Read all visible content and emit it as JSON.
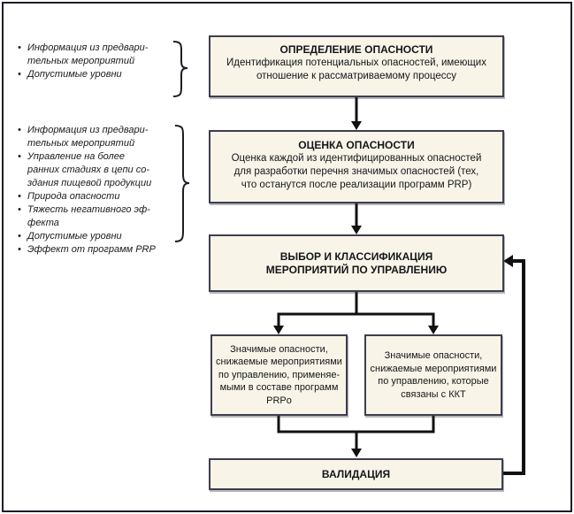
{
  "colors": {
    "box_fill": "#f8f5e8",
    "box_border": "#3e3e4e",
    "line": "#111111",
    "outer_border": "#1d1d2b",
    "text": "#15151a"
  },
  "lists": {
    "bullet_char": "•",
    "pre1": {
      "items": [
        {
          "text": "Информация из предвари-\nтельных мероприятий"
        },
        {
          "text": "Допустимые уровни"
        }
      ]
    },
    "pre2": {
      "items": [
        {
          "text": "Информация из предвари-\nтельных мероприятий"
        },
        {
          "text": "Управление на более\nранних стадиях в цепи со-\nздания пищевой продукции"
        },
        {
          "text": "Природа опасности"
        },
        {
          "text": "Тяжесть негативного эф-\nфекта"
        },
        {
          "text": "Допустимые уровни"
        },
        {
          "text": "Эффект от программ PRP"
        }
      ]
    }
  },
  "boxes": {
    "identify": {
      "title": "ОПРЕДЕЛЕНИЕ ОПАСНОСТИ",
      "body": "Идентификация потенциальных опасностей, имеющих\nотношение к рассматриваемому процессу"
    },
    "assess": {
      "title": "ОЦЕНКА ОПАСНОСТИ",
      "body": "Оценка каждой из идентифицированных опасностей\nдля разработки перечня значимых опасностей (тех,\nчто останутся после реализации программ PRP)"
    },
    "select": {
      "title": "ВЫБОР И КЛАССИФИКАЦИЯ\nМЕРОПРИЯТИЙ ПО УПРАВЛЕНИЮ"
    },
    "branch_prp": {
      "body": "Значимые опасности,\nснижаемые мероприятиями\nпо управлению, применяе-\nмыми в составе программ\nPRPo"
    },
    "branch_ccp": {
      "body": "Значимые опасности,\nснижаемые мероприятиями\nпо управлению, которые\nсвязаны с ККТ"
    },
    "validation": {
      "title": "ВАЛИДАЦИЯ"
    }
  }
}
